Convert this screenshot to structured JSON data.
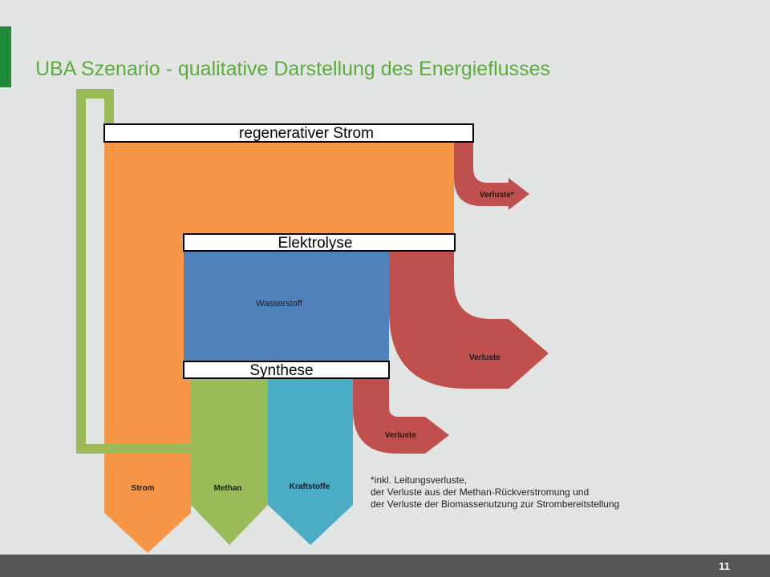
{
  "title": "UBA Szenario - qualitative Darstellung des Energieflusses",
  "page_number": "11",
  "stages": {
    "regenerativ": "regenerativer Strom",
    "elektrolyse": "Elektrolyse",
    "synthese": "Synthese"
  },
  "flows": {
    "wasserstoff": "Wasserstoff",
    "verluste_strom": "Verluste*",
    "verluste_elektrolyse": "Verluste",
    "verluste_synthese": "Verluste"
  },
  "outputs": {
    "strom": "Strom",
    "methan": "Methan",
    "kraftstoffe": "Kraftstoffe"
  },
  "footnote": [
    "*inkl. Leitungsverluste,",
    " der Verluste aus der Methan-Rückverstromung und",
    " der Verluste der Biomassenutzung zur Strombereitstellung"
  ],
  "colors": {
    "strom": "#f79646",
    "wasserstoff": "#4f81bd",
    "methan": "#9bbb59",
    "kraftstoffe": "#4bacc6",
    "verluste": "#c0504d",
    "title": "#5cae3c",
    "accent": "#1f8a3a",
    "footer": "#525556"
  }
}
